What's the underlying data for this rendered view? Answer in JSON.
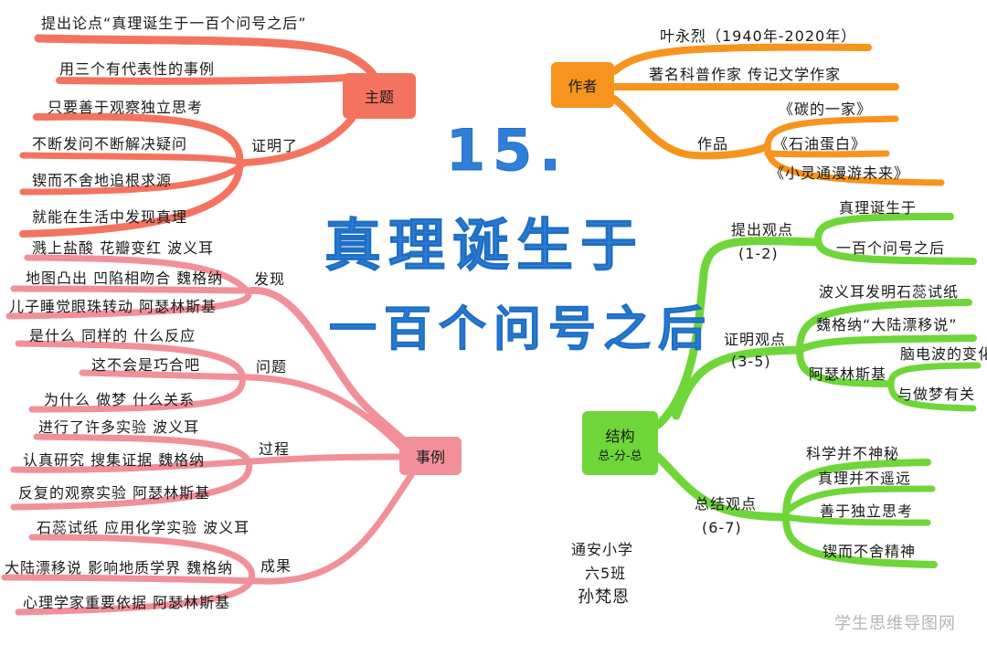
{
  "title": {
    "number": "15.",
    "line1": "真理诞生于",
    "line2": "一百个问号之后"
  },
  "colors": {
    "theme": "#f4735f",
    "author": "#f7941d",
    "examples": "#f2909a",
    "structure": "#6fd63a",
    "title": "#2f7fd6"
  },
  "theme": {
    "label": "主题",
    "items": [
      "提出论点“真理诞生于一百个问号之后”",
      "用三个有代表性的事例"
    ],
    "proof": {
      "label": "证明了",
      "items": [
        "只要善于观察独立思考",
        "不断发问不断解决疑问",
        "锲而不舍地追根求源",
        "就能在生活中发现真理"
      ]
    }
  },
  "author": {
    "label": "作者",
    "items": [
      "叶永烈（1940年-2020年）",
      "著名科普作家  传记文学作家"
    ],
    "works": {
      "label": "作品",
      "items": [
        "《碳的一家》",
        "《石油蛋白》",
        "《小灵通漫游未来》"
      ]
    }
  },
  "examples": {
    "label": "事例",
    "groups": [
      {
        "label": "发现",
        "items": [
          "溅上盐酸  花瓣变红  波义耳",
          "地图凸出 凹陷相吻合  魏格纳",
          "儿子睡觉眼珠转动  阿瑟林斯基"
        ]
      },
      {
        "label": "问题",
        "items": [
          "是什么   同样的   什么反应",
          "这不会是巧合吧",
          "为什么   做梦   什么关系"
        ]
      },
      {
        "label": "过程",
        "items": [
          "进行了许多实验   波义耳",
          "认真研究  搜集证据  魏格纳",
          "反复的观察实验   阿瑟林斯基"
        ]
      },
      {
        "label": "成果",
        "items": [
          "石蕊试纸  应用化学实验   波义耳",
          "大陆漂移说   影响地质学界  魏格纳",
          "心理学家重要依据  阿瑟林斯基"
        ]
      }
    ]
  },
  "structure": {
    "label": "结构",
    "sublabel": "总-分-总",
    "groups": [
      {
        "label": "提出观点",
        "range": "(1-2)",
        "items": [
          "真理诞生于",
          "一百个问号之后"
        ]
      },
      {
        "label": "证明观点",
        "range": "(3-5)",
        "items": [
          "波义耳发明石蕊试纸",
          "魏格纳“大陆漂移说”",
          "阿瑟林斯基"
        ],
        "sub": [
          "脑电波的变化",
          "与做梦有关"
        ]
      },
      {
        "label": "总结观点",
        "range": "(6-7)",
        "items": [
          "科学并不神秘",
          "真理并不遥远",
          "善于独立思考",
          "锲而不舍精神"
        ]
      }
    ]
  },
  "signature": {
    "school": "通安小学",
    "class": "六5班",
    "name": "孙梵恩"
  },
  "watermark": "学生思维导图网"
}
